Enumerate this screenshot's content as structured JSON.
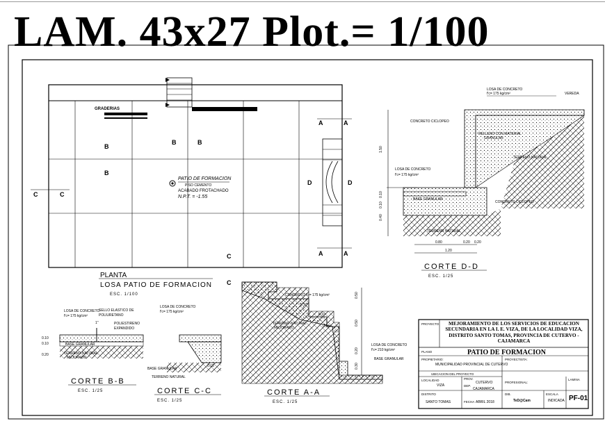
{
  "banner": "LAM. 43x27 Plot.= 1/100",
  "plan": {
    "title_line1": "PLANTA",
    "title_line2": "LOSA PATIO DE FORMACION",
    "scale": "ESC. 1/100",
    "label": "PATIO DE FORMACION",
    "sub1": "PISO CEMENTO",
    "sub2": "ACABADO FROTACHADO",
    "npt": "N.P.T. = -1.55",
    "graderias": "GRADERIAS",
    "sec_a": "A",
    "sec_b": "B",
    "sec_c": "C",
    "sec_d": "D"
  },
  "section_dd": {
    "title": "CORTE D-D",
    "scale": "ESC. 1/25",
    "losa1": "LOSA DE CONCRETO",
    "fc1": "f'c= 175 kg/cm²",
    "vereda": "VEREDA",
    "ciclopeo1": "CONCRETO CICLOPEO",
    "relleno1": "RELLENO CON MATERIAL",
    "relleno2": "GRANULAR",
    "terreno": "TERRENO NATURAL",
    "losa2": "LOSA DE CONCRETO",
    "fc2": "f'c= 175 kg/cm²",
    "base": "BASE GRANULAR",
    "ciclopeo2": "CONCRETO CICLOPEO",
    "terreno2": "TERRENO NATURAL",
    "dim_h": "1.50",
    "dim_a": "0.10",
    "dim_b": "0.10",
    "dim_c": "0.40",
    "dim_w1": "0.80",
    "dim_w2": "0.20",
    "dim_w3": "0.20",
    "dim_total": "1.20"
  },
  "section_bb": {
    "title": "CORTE B-B",
    "scale": "ESC. 1/25",
    "losa": "LOSA DE CONCRETO",
    "fc": "f'c= 175 kg/cm²",
    "sello1": "SELLO ELASTICO DE",
    "sello2": "POLIURETANO",
    "poli1": "POLIESTIRENO",
    "poli2": "EXPANDIDO",
    "inch": "1\"",
    "base": "BASE GRANULAR",
    "terreno1": "TERRENO NATURAL",
    "terreno2": "MEJORADO",
    "d1": "0.10",
    "d2": "0.10",
    "d3": "0.20"
  },
  "section_cc": {
    "title": "CORTE C-C",
    "scale": "ESC. 1/25",
    "losa": "LOSA DE CONCRETO",
    "fc": "f'c= 175 kg/cm²",
    "base": "BASE GRANULAR",
    "terreno": "TERRENO NATURAL",
    "d1": "0.15"
  },
  "section_aa": {
    "title": "CORTE A-A",
    "scale": "ESC. 1/25",
    "concreto": "CONCRETO f'c= 175 kg/cm²",
    "terreno1": "TERRENO NATURAL",
    "terreno2": "MEJORADO",
    "losa": "LOSA DE CONCRETO",
    "fc": "f'c= 210 kg/cm²",
    "base": "BASE GRANULAR",
    "d1": "0.10",
    "d2": "0.10",
    "d3": "0.50",
    "d4": "0.50",
    "d5": "0.50",
    "d6": "0.20",
    "d7": "0.30"
  },
  "titleblock": {
    "proyecto_lbl": "PROYECTO",
    "proyecto": "MEJORAMIENTO DE LOS SERVICIOS DE EDUCACION SECUNDARIA EN LA I. E. VIZA, DE LA LOCALIDAD VIZA, DISTRITO SANTO TOMAS, PROVINCIA DE CUTERVO - CAJAMARCA",
    "plano_lbl": "PLANO",
    "plano": "PATIO DE FORMACION",
    "propietario_lbl": "PROPIETARIO:",
    "propietario": "MUNICIPALIDAD PROVINCIAL DE CUTERVO",
    "proyectista_lbl": "PROYECTISTA:",
    "ubicacion_lbl": "UBICACION DEL PROYECTO",
    "localidad_lbl": "LOCALIDAD",
    "localidad": "VIZA",
    "prov_lbl": "PROV.",
    "prov": "CUTERVO",
    "dep_lbl": "DEP.",
    "dep": "CAJAMARCA",
    "distrito_lbl": "DISTRITO",
    "distrito": "SANTO TOMAS",
    "fecha_lbl": "FECHA",
    "fecha": "ABRIL 2018",
    "profesional_lbl": "PROFESIONAL:",
    "dib_lbl": "DIB.",
    "dib": "TeD@Cam",
    "escala_lbl": "ESCALA",
    "escala": "INDICADA",
    "lamina_lbl": "LAMINA",
    "lamina": "PF-01"
  }
}
